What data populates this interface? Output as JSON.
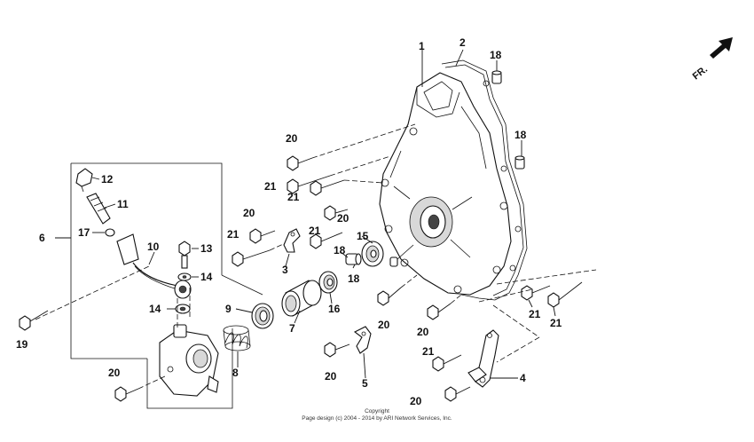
{
  "orientation": {
    "label": "FR."
  },
  "callouts": {
    "c1": "1",
    "c2": "2",
    "c3": "3",
    "c4": "4",
    "c5": "5",
    "c6": "6",
    "c7": "7",
    "c8": "8",
    "c9": "9",
    "c10": "10",
    "c11": "11",
    "c12": "12",
    "c13": "13",
    "c14a": "14",
    "c14b": "14",
    "c15": "15",
    "c16": "16",
    "c17": "17",
    "c18a": "18",
    "c18b": "18",
    "c18c": "18",
    "c18d": "18",
    "c19": "19",
    "c20a": "20",
    "c20b": "20",
    "c20c": "20",
    "c20d": "20",
    "c20e": "20",
    "c20f": "20",
    "c20g": "20",
    "c20h": "20",
    "c21a": "21",
    "c21b": "21",
    "c21c": "21",
    "c21d": "21",
    "c21e": "21",
    "c21f": "21",
    "c21g": "21"
  },
  "footer": {
    "line1": "Copyright",
    "line2": "Page design (c) 2004 - 2014 by ARI Network Services, Inc."
  }
}
